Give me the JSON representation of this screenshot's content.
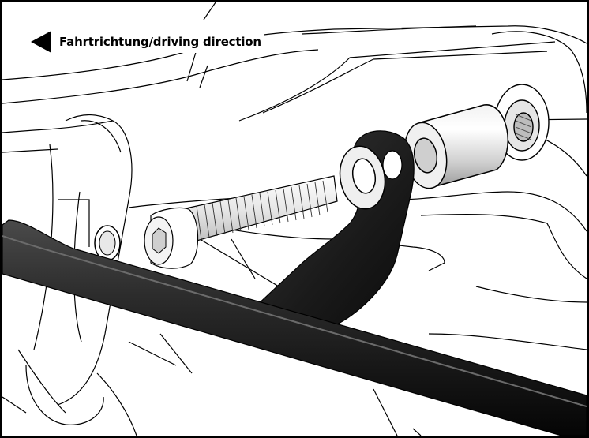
{
  "direction_label": "Fahrtrichtung/driving direction",
  "icons": {
    "direction_arrow": "left-pointing-triangle",
    "parts": [
      "frame-line-drawing",
      "bolt",
      "washer",
      "bracket",
      "spacer-sleeve",
      "bar"
    ]
  },
  "colors": {
    "line": "#000000",
    "background": "#ffffff",
    "bracket": "#222222",
    "bar": "#2a2a2a"
  }
}
